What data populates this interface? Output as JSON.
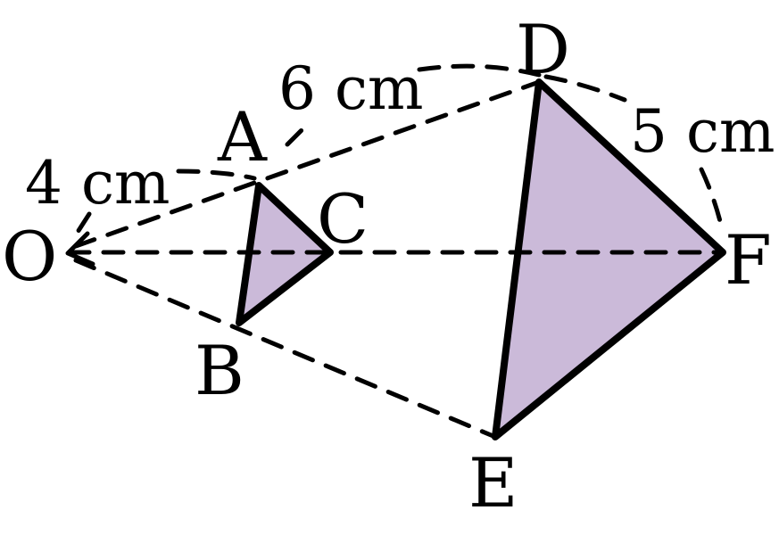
{
  "colors": {
    "triangle_fill": "#cbbad9",
    "stroke": "#000000",
    "background": "#ffffff"
  },
  "points": {
    "O": "O",
    "A": "A",
    "B": "B",
    "C": "C",
    "D": "D",
    "E": "E",
    "F": "F"
  },
  "lengths": {
    "oa": "4 cm",
    "ad": "6 cm",
    "df": "5 cm"
  }
}
